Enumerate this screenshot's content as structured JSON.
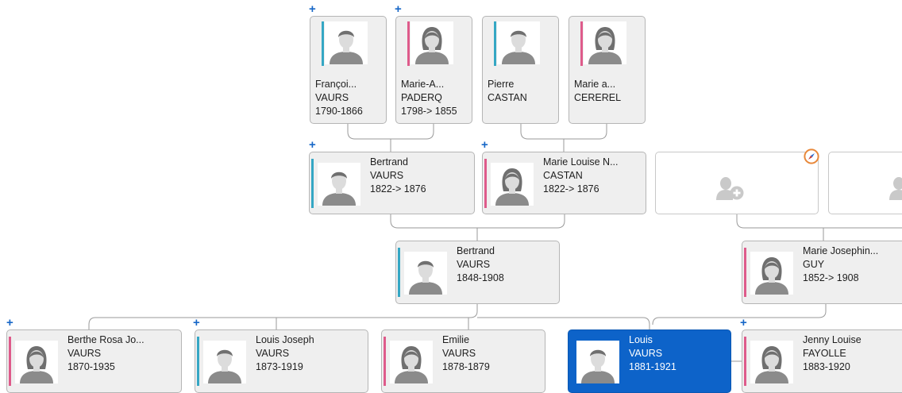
{
  "tree": {
    "cards": [
      {
        "id": "grandpa-vaurs",
        "given": "Françoi...",
        "surname": "VAURS",
        "dates": "1790-1866",
        "gender": "male"
      },
      {
        "id": "grandma-paderq",
        "given": "Marie-A...",
        "surname": "PADERQ",
        "dates": "1798-> 1855",
        "gender": "female"
      },
      {
        "id": "grandpa-castan",
        "given": "Pierre",
        "surname": "CASTAN",
        "dates": "",
        "gender": "male"
      },
      {
        "id": "grandma-cererel",
        "given": "Marie a...",
        "surname": "CEREREL",
        "dates": "",
        "gender": "female"
      },
      {
        "id": "bertrand-1822",
        "given": "Bertrand",
        "surname": "VAURS",
        "dates": "1822-> 1876",
        "gender": "male"
      },
      {
        "id": "marie-louise-castan",
        "given": "Marie Louise N...",
        "surname": "CASTAN",
        "dates": "1822-> 1876",
        "gender": "female"
      },
      {
        "id": "bertrand-1848",
        "given": "Bertrand",
        "surname": "VAURS",
        "dates": "1848-1908",
        "gender": "male"
      },
      {
        "id": "marie-josephine-guy",
        "given": "Marie Josephin...",
        "surname": "GUY",
        "dates": "1852-> 1908",
        "gender": "female"
      },
      {
        "id": "berthe-rosa",
        "given": "Berthe Rosa Jo...",
        "surname": "VAURS",
        "dates": "1870-1935",
        "gender": "female"
      },
      {
        "id": "louis-joseph",
        "given": "Louis Joseph",
        "surname": "VAURS",
        "dates": "1873-1919",
        "gender": "male"
      },
      {
        "id": "emilie",
        "given": "Emilie",
        "surname": "VAURS",
        "dates": "1878-1879",
        "gender": "female"
      },
      {
        "id": "louis-selected",
        "given": "Louis",
        "surname": "VAURS",
        "dates": "1881-1921",
        "gender": "male"
      },
      {
        "id": "jenny-louise",
        "given": "Jenny Louise",
        "surname": "FAYOLLE",
        "dates": "1883-1920",
        "gender": "female"
      }
    ],
    "expand_symbol": "+",
    "colors": {
      "male_bar": "#35a7c4",
      "female_bar": "#de5b8b",
      "selected_card": "#0d63c9",
      "expand_plus": "#1767c7",
      "connector": "#9a9a9a",
      "compass_ring": "#e8883a",
      "compass_needle": "#2f6fd0"
    },
    "icons": [
      "male-silhouette-icon",
      "female-silhouette-icon",
      "add-person-icon",
      "compass-icon",
      "expand-plus-icon"
    ]
  }
}
